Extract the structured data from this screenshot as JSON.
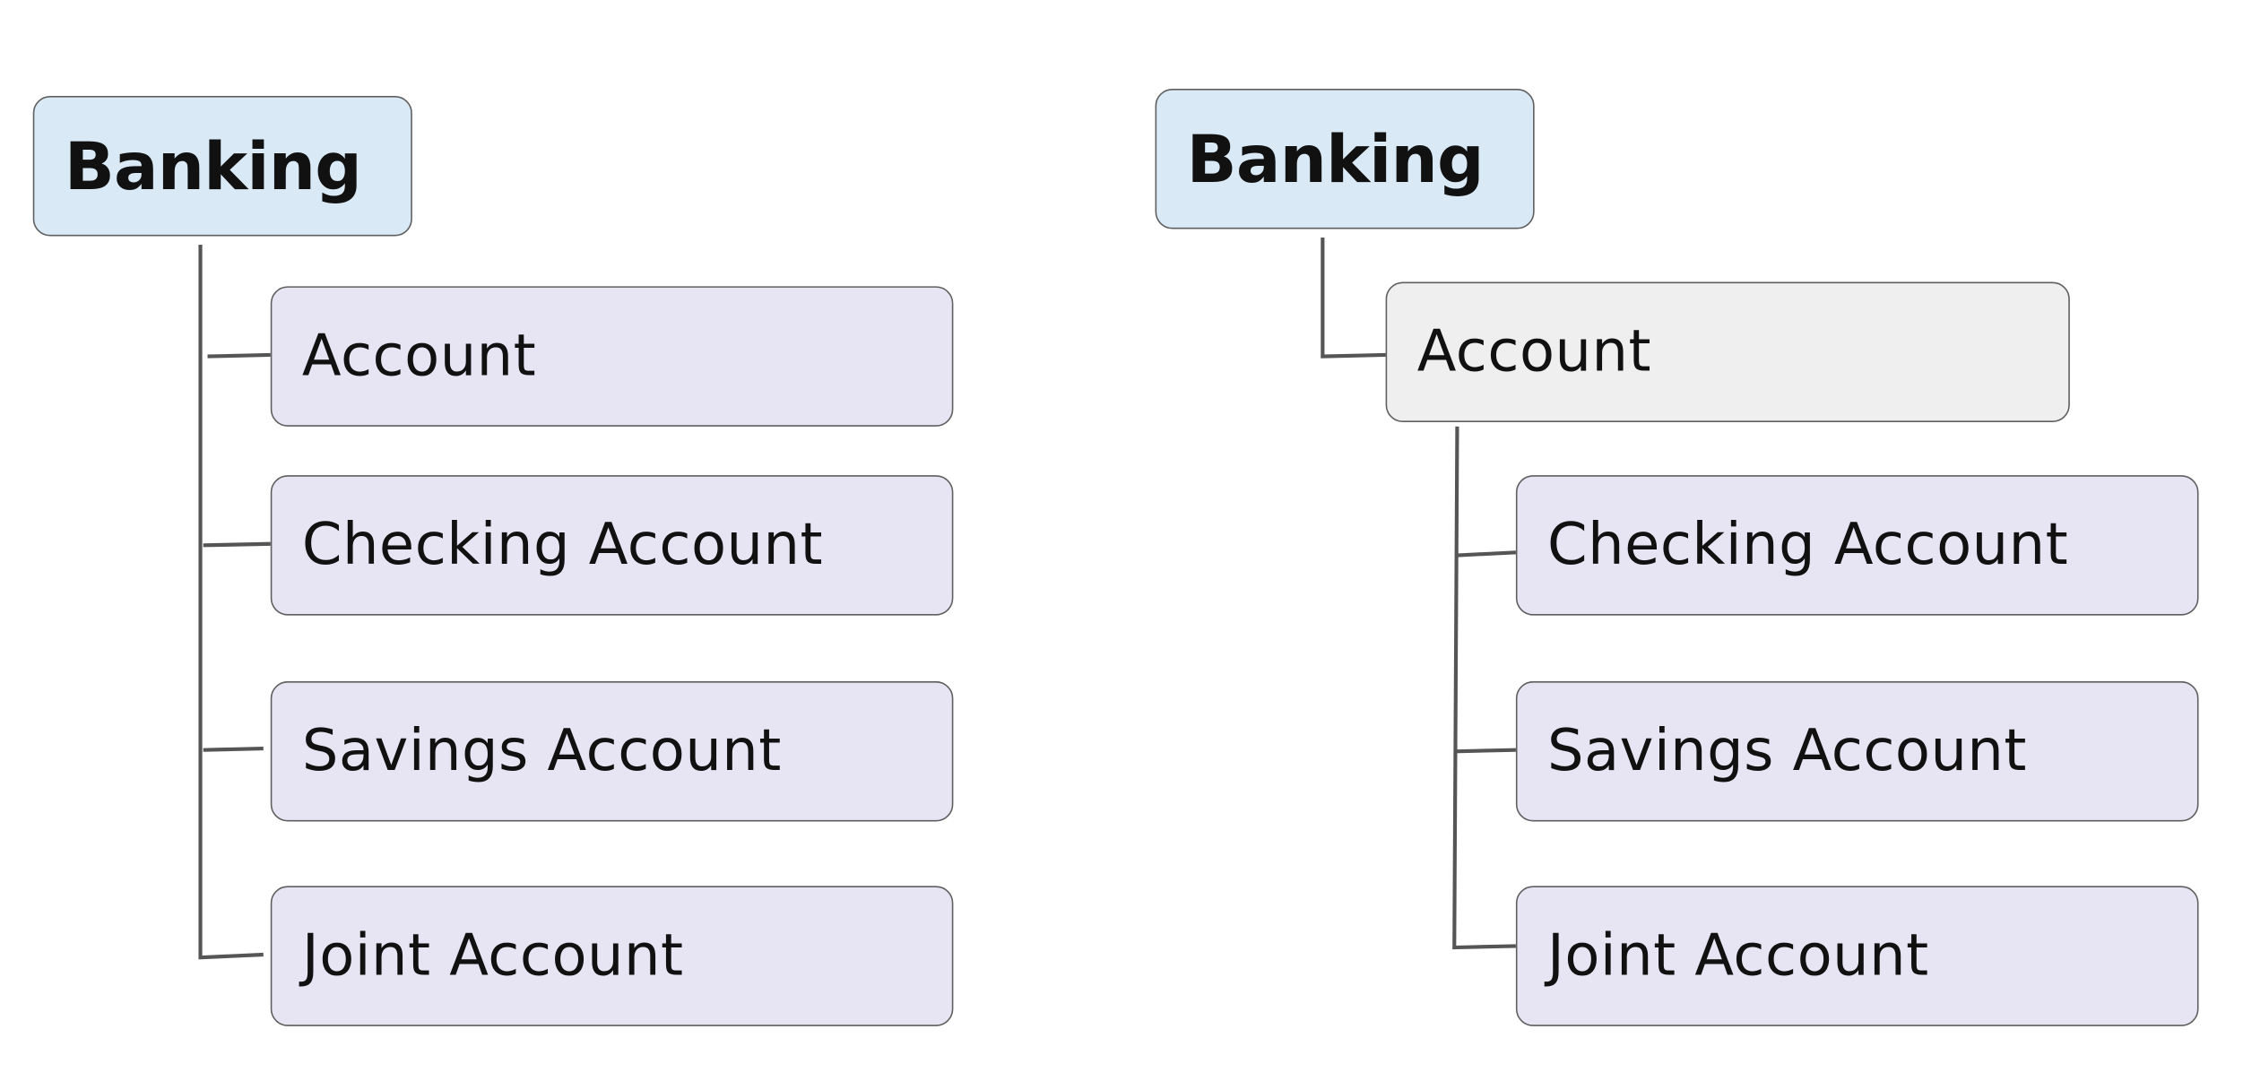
{
  "diagrams": [
    {
      "root": {
        "label": "Banking",
        "color": "#d9eaf6"
      },
      "children": [
        {
          "label": "Account",
          "color": "#e7e5f3"
        },
        {
          "label": "Checking Account",
          "color": "#e7e5f3"
        },
        {
          "label": "Savings Account",
          "color": "#e7e5f3"
        },
        {
          "label": "Joint Account",
          "color": "#e7e5f3"
        }
      ]
    },
    {
      "root": {
        "label": "Banking",
        "color": "#d9eaf6"
      },
      "parent": {
        "label": "Account",
        "color": "#efefef"
      },
      "children": [
        {
          "label": "Checking Account",
          "color": "#e7e5f3"
        },
        {
          "label": "Savings Account",
          "color": "#e7e5f3"
        },
        {
          "label": "Joint Account",
          "color": "#e7e5f3"
        }
      ]
    }
  ],
  "connector_color": "#555555"
}
